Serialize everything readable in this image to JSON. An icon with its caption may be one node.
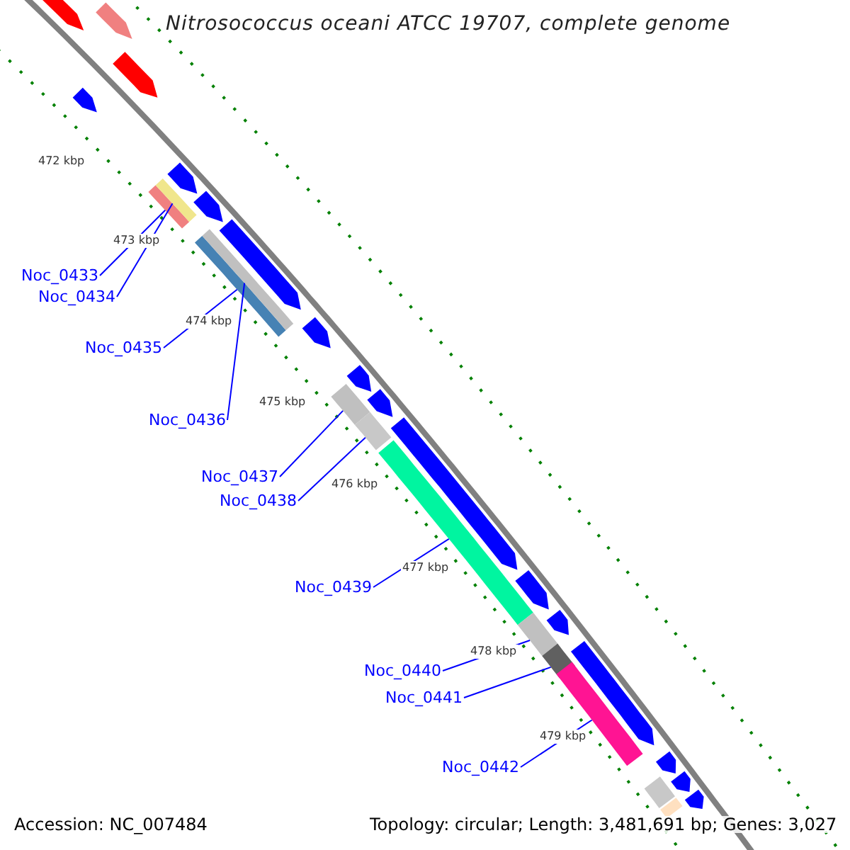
{
  "diagram": {
    "title": "Nitrosococcus oceani ATCC 19707, complete genome",
    "nodes": [
      {
        "text": [],
        "shape": "bar"
      },
      {
        "text": [],
        "shape": "bar"
      },
      {
        "text": [],
        "shape": "bar"
      },
      {
        "text": [],
        "shape": "bar"
      },
      {
        "text": [],
        "shape": "bar"
      },
      {
        "text": [],
        "shape": "bar"
      },
      {
        "text": [],
        "shape": "bar"
      },
      {
        "text": [],
        "shape": "bar"
      },
      {
        "text": [],
        "shape": "bar"
      },
      {
        "text": [],
        "shape": "bar"
      },
      {
        "text": [
          "Noc_0433"
        ]
      },
      {
        "text": [
          "Noc_0434"
        ]
      },
      {
        "text": [
          "Noc_0435"
        ]
      },
      {
        "text": [
          "Noc_0436"
        ]
      },
      {
        "text": [
          "Noc_0437"
        ]
      },
      {
        "text": [
          "Noc_0438"
        ]
      },
      {
        "text": [
          "Noc_0439"
        ]
      },
      {
        "text": [
          "Noc_0440"
        ]
      },
      {
        "text": [
          "Noc_0441"
        ]
      },
      {
        "text": [
          "Noc_0442"
        ]
      },
      {
        "text": [],
        "shape": "arrow"
      },
      {
        "text": [],
        "shape": "arrow"
      },
      {
        "text": [],
        "shape": "arrow"
      },
      {
        "text": [],
        "shape": "arrow"
      },
      {
        "text": [],
        "shape": "arrow"
      },
      {
        "text": [],
        "shape": "arrow"
      },
      {
        "text": [],
        "shape": "arrow"
      },
      {
        "text": [],
        "shape": "arrow"
      },
      {
        "text": [],
        "shape": "arrow"
      },
      {
        "text": [],
        "shape": "arrow"
      },
      {
        "text": [],
        "shape": "arrow"
      },
      {
        "text": [],
        "shape": "arrow"
      },
      {
        "text": [],
        "shape": "arrow"
      },
      {
        "text": [],
        "shape": "arrow"
      },
      {
        "text": [],
        "shape": "arrow"
      },
      {
        "text": [],
        "shape": "arrow"
      },
      {
        "text": [],
        "shape": "arrow"
      },
      {
        "text": [],
        "shape": "bar"
      },
      {
        "text": [],
        "shape": "bar"
      }
    ],
    "edges": [
      {
        "from": 10,
        "to": 0,
        "arrow": "none"
      },
      {
        "from": 11,
        "to": 1,
        "arrow": "none"
      },
      {
        "from": 12,
        "to": 2,
        "arrow": "none"
      },
      {
        "from": 13,
        "to": 3,
        "arrow": "none"
      },
      {
        "from": 14,
        "to": 4,
        "arrow": "none"
      },
      {
        "from": 15,
        "to": 5,
        "arrow": "none"
      },
      {
        "from": 16,
        "to": 6,
        "arrow": "none"
      },
      {
        "from": 17,
        "to": 7,
        "arrow": "none"
      },
      {
        "from": 18,
        "to": 8,
        "arrow": "none"
      },
      {
        "from": 19,
        "to": 9,
        "arrow": "none"
      }
    ],
    "labels": [
      "472 kbp",
      "473 kbp",
      "474 kbp",
      "475 kbp",
      "476 kbp",
      "477 kbp",
      "478 kbp",
      "479 kbp",
      "Accession: NC_007484",
      "Topology: circular; Length: 3,481,691 bp; Genes: 3,027"
    ]
  }
}
